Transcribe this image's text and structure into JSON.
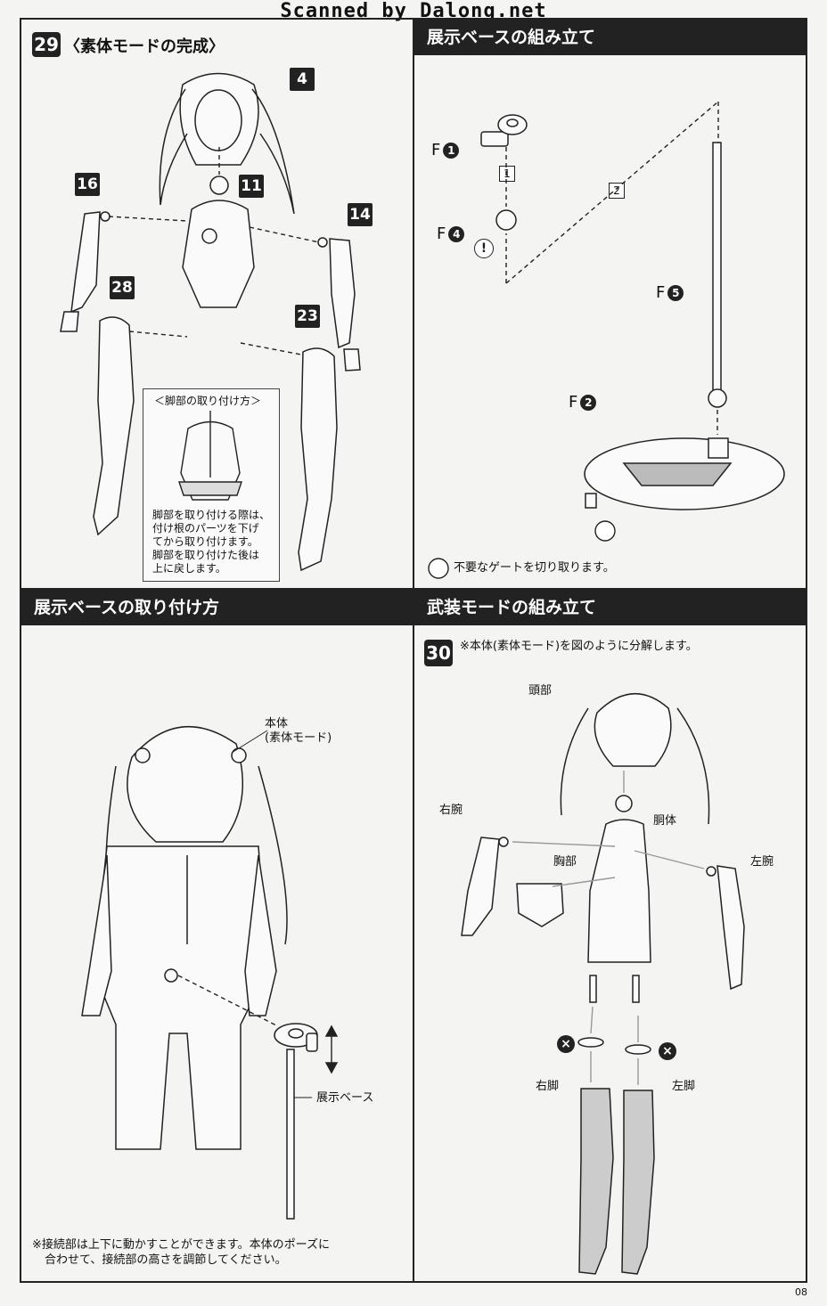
{
  "scan_banner": "Scanned by Dalong.net",
  "panel_tl": {
    "step": "29",
    "title": "〈素体モードの完成〉",
    "parts": [
      "4",
      "16",
      "11",
      "14",
      "28",
      "23"
    ],
    "callout_title": "＜脚部の取り付け方＞",
    "callout_note": [
      "脚部を取り付ける際は、",
      "付け根のパーツを下げ",
      "てから取り付けます。",
      "脚部を取り付けた後は",
      "上に戻します。"
    ]
  },
  "panel_tr": {
    "header": "展示ベースの組み立て",
    "f1": {
      "letter": "F",
      "num": "1"
    },
    "f4": {
      "letter": "F",
      "num": "4"
    },
    "f5": {
      "letter": "F",
      "num": "5"
    },
    "f2": {
      "letter": "F",
      "num": "2"
    },
    "step1": "1",
    "step2": "2",
    "attention": "!",
    "gate_note": "不要なゲートを切り取ります。"
  },
  "panel_bl": {
    "header": "展示ベースの取り付け方",
    "body_label": [
      "本体",
      "(素体モード)"
    ],
    "base_label": "展示ベース",
    "note": [
      "※接続部は上下に動かすことができます。本体のポーズに",
      "合わせて、接続部の高さを調節してください。"
    ]
  },
  "panel_br": {
    "header": "武装モードの組み立て",
    "step": "30",
    "instruction": "※本体(素体モード)を図のように分解します。",
    "labels": {
      "head": "頭部",
      "right_arm": "右腕",
      "torso": "胴体",
      "chest": "胸部",
      "left_arm": "左腕",
      "right_leg": "右脚",
      "left_leg": "左脚"
    },
    "x_mark": "×"
  },
  "page_number": "08"
}
